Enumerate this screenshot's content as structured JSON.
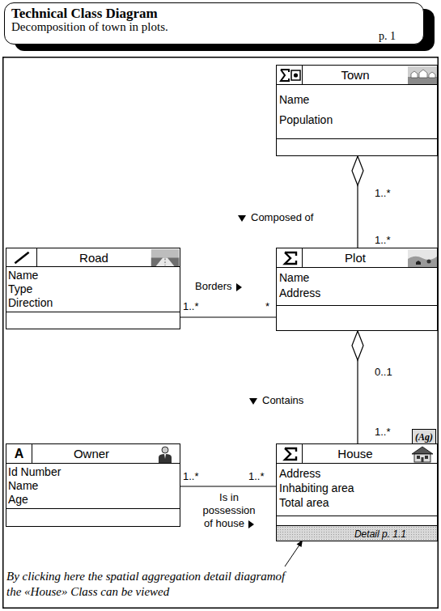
{
  "diagram": {
    "nodes": [
      {
        "text": [
          "Technical Class Diagram",
          "Decomposition of town in plots.",
          "p. 1"
        ]
      },
      {
        "text": [
          "Town",
          "Name",
          "Population"
        ]
      },
      {
        "text": [
          "Road",
          "Name",
          "Type",
          "Direction"
        ]
      },
      {
        "text": [
          "Plot",
          "Name",
          "Address"
        ]
      },
      {
        "text": [
          "A",
          "Owner",
          "Id Number",
          "Name",
          "Age"
        ]
      },
      {
        "text": [
          "(Ag)",
          "House",
          "Address",
          "Inhabiting area",
          "Total area",
          "Detail p. 1.1"
        ]
      }
    ],
    "edges": [
      {
        "from": 3,
        "to": 1,
        "arrow": "to",
        "label": "Composed of"
      },
      {
        "from": 2,
        "to": 3,
        "arrow": "none",
        "label": "Borders"
      },
      {
        "from": 5,
        "to": 3,
        "arrow": "to",
        "label": "Contains"
      },
      {
        "from": 4,
        "to": 5,
        "arrow": "none",
        "label": "Is in possession of house"
      }
    ],
    "labels": [
      "1..*",
      "1..*",
      "1..*",
      "*",
      "0..1",
      "1..*",
      "1..*",
      "1..*",
      "By clicking here the spatial aggregation detail diagramof the «House» Class can be viewed"
    ]
  }
}
